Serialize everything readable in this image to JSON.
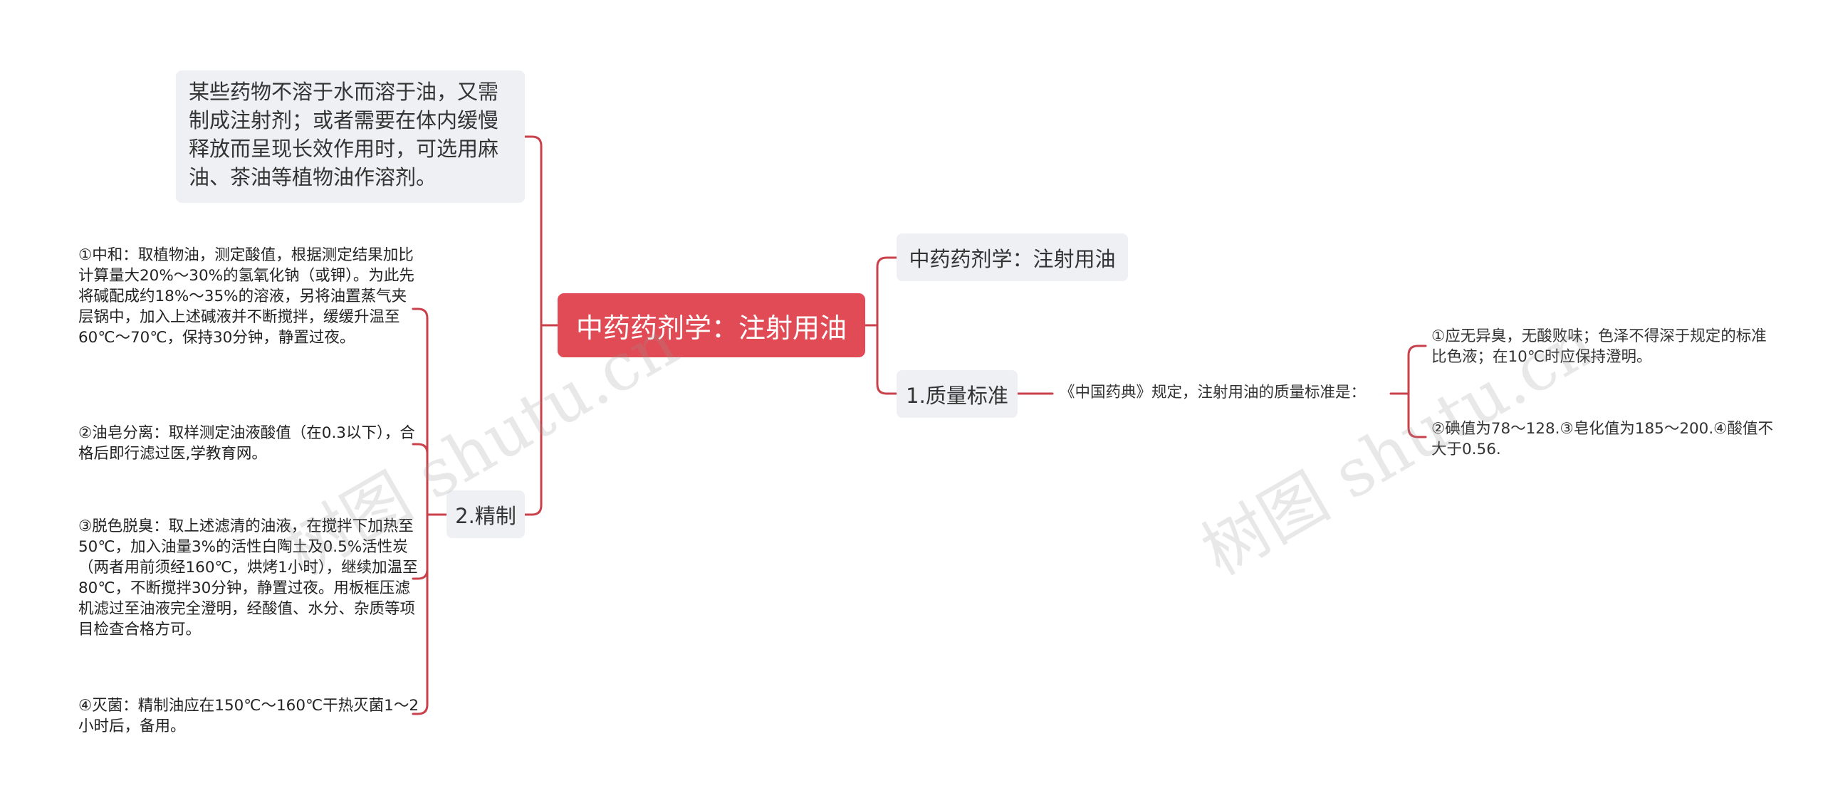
{
  "root": {
    "label": "中药药剂学：注射用油"
  },
  "left": {
    "intro": "某些药物不溶于水而溶于油，又需制成注射剂；或者需要在体内缓慢释放而呈现长效作用时，可选用麻油、茶油等植物油作溶剂。",
    "refine": {
      "label": "2.精制",
      "steps": [
        "①中和：取植物油，测定酸值，根据测定结果加比计算量大20%～30%的氢氧化钠（或钾）。为此先将碱配成约18%～35%的溶液，另将油置蒸气夹层锅中，加入上述碱液并不断搅拌，缓缓升温至60℃～70℃，保持30分钟，静置过夜。",
        "②油皂分离：取样测定油液酸值（在0.3以下），合格后即行滤过医,学教育网。",
        "③脱色脱臭：取上述滤清的油液，在搅拌下加热至50℃，加入油量3%的活性白陶土及0.5%活性炭（两者用前须经160℃，烘烤1小时），继续加温至80℃，不断搅拌30分钟，静置过夜。用板框压滤机滤过至油液完全澄明，经酸值、水分、杂质等项目检查合格方可。",
        "④灭菌：精制油应在150℃～160℃干热灭菌1～2小时后，备用。"
      ]
    }
  },
  "right": {
    "topic": "中药药剂学：注射用油",
    "quality": {
      "label": "1.质量标准",
      "statement": "《中国药典》规定，注射用油的质量标准是：",
      "items": [
        "①应无异臭，无酸败味；色泽不得深于规定的标准比色液；在10℃时应保持澄明。",
        "②碘值为78～128.③皂化值为185～200.④酸值不大于0.56."
      ]
    }
  },
  "watermark": "树图 shutu.cn",
  "colors": {
    "root_fill": "#e04b55",
    "connector": "#c9414b",
    "node_fill": "#eef0f3"
  }
}
